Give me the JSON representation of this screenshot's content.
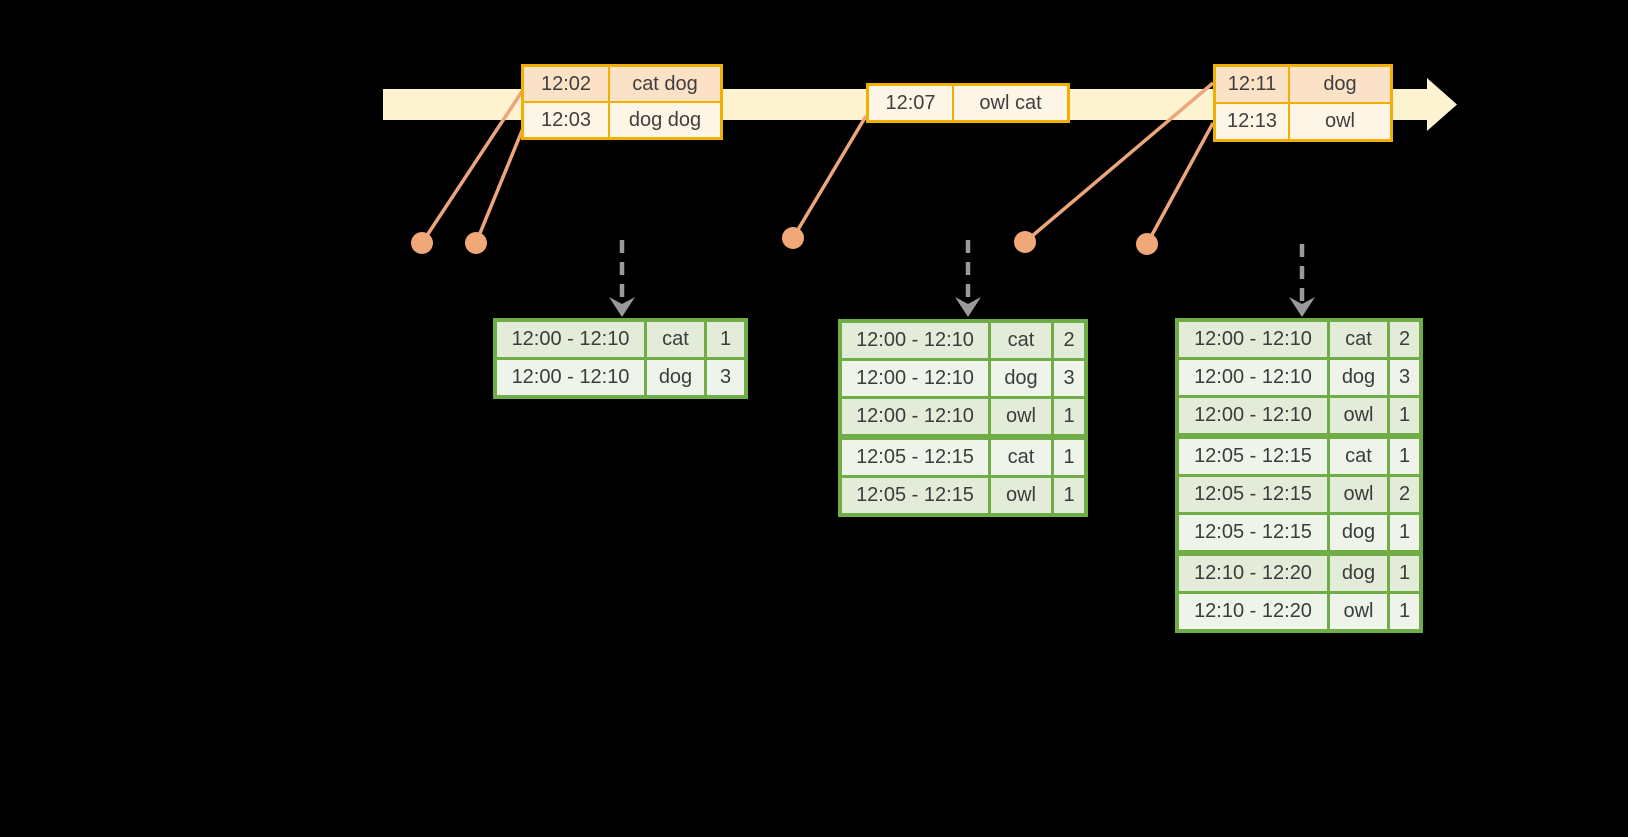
{
  "colors": {
    "background": "#000000",
    "timeline_band": "#fdf3d1",
    "event_table_border": "#f0b000",
    "event_row_dark": "#fbe2c7",
    "event_row_light": "#fdf5e6",
    "connector_line": "#eda57c",
    "event_dot": "#f0a878",
    "flow_arrow": "#9a9a9a",
    "result_table_border": "#70ad47",
    "result_row_dark": "#e3ebd9",
    "result_row_light": "#eff4ea",
    "text": "#3c3c3c"
  },
  "events": [
    {
      "rows": [
        {
          "time": "12:02",
          "words": "cat dog"
        },
        {
          "time": "12:03",
          "words": "dog dog"
        }
      ]
    },
    {
      "rows": [
        {
          "time": "12:07",
          "words": "owl cat"
        }
      ]
    },
    {
      "rows": [
        {
          "time": "12:11",
          "words": "dog"
        },
        {
          "time": "12:13",
          "words": "owl"
        }
      ]
    }
  ],
  "result_tables": [
    {
      "rows": [
        {
          "window": "12:00 - 12:10",
          "word": "cat",
          "count": "1"
        },
        {
          "window": "12:00 - 12:10",
          "word": "dog",
          "count": "3"
        }
      ]
    },
    {
      "rows": [
        {
          "window": "12:00 - 12:10",
          "word": "cat",
          "count": "2"
        },
        {
          "window": "12:00 - 12:10",
          "word": "dog",
          "count": "3"
        },
        {
          "window": "12:00 - 12:10",
          "word": "owl",
          "count": "1"
        },
        {
          "window": "12:05 - 12:15",
          "word": "cat",
          "count": "1"
        },
        {
          "window": "12:05 - 12:15",
          "word": "owl",
          "count": "1"
        }
      ]
    },
    {
      "rows": [
        {
          "window": "12:00 - 12:10",
          "word": "cat",
          "count": "2"
        },
        {
          "window": "12:00 - 12:10",
          "word": "dog",
          "count": "3"
        },
        {
          "window": "12:00 - 12:10",
          "word": "owl",
          "count": "1"
        },
        {
          "window": "12:05 - 12:15",
          "word": "cat",
          "count": "1"
        },
        {
          "window": "12:05 - 12:15",
          "word": "owl",
          "count": "2"
        },
        {
          "window": "12:05 - 12:15",
          "word": "dog",
          "count": "1"
        },
        {
          "window": "12:10 - 12:20",
          "word": "dog",
          "count": "1"
        },
        {
          "window": "12:10 - 12:20",
          "word": "owl",
          "count": "1"
        }
      ]
    }
  ]
}
